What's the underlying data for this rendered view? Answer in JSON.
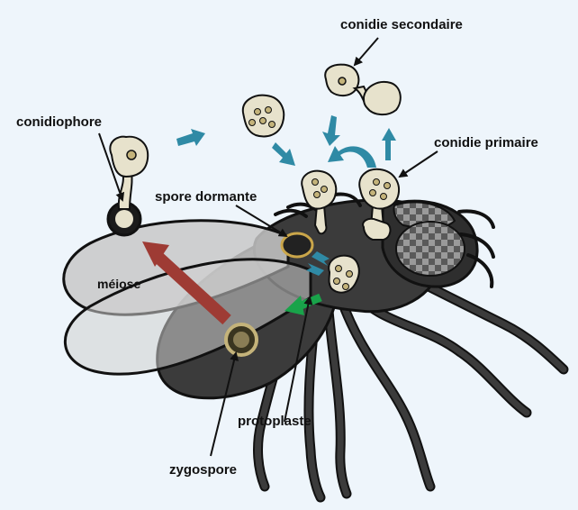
{
  "labels": {
    "conidiophore": "conidiophore",
    "conidie_secondaire": "conidie secondaire",
    "conidie_primaire": "conidie primaire",
    "spore_dormante": "spore dormante",
    "meiose": "méiose",
    "protoplaste": "protoplaste",
    "zygospore": "zygospore"
  },
  "colors": {
    "background": "#eef5fb",
    "fly_body": "#3b3b3b",
    "fly_outline": "#111111",
    "wing": "#c8c8c8",
    "spore_fill": "#e7e2cc",
    "spore_nucleus": "#c4b37a",
    "cycle_arrow": "#2f8aa5",
    "meiosis_arrow": "#9e3b34",
    "protoplast_arrow": "#19a34a",
    "eye_checker": "#7a7a7a"
  }
}
